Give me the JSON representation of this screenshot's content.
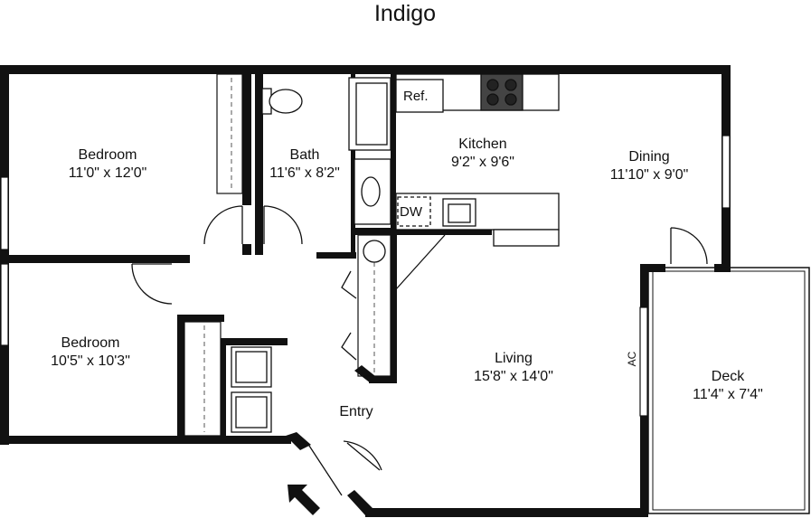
{
  "title": "Indigo",
  "rooms": {
    "bedroom1": {
      "name": "Bedroom",
      "size": "11'0\" x 12'0\""
    },
    "bath": {
      "name": "Bath",
      "size": "11'6\" x 8'2\""
    },
    "kitchen": {
      "name": "Kitchen",
      "size": "9'2\" x 9'6\""
    },
    "dining": {
      "name": "Dining",
      "size": "11'10\" x 9'0\""
    },
    "bedroom2": {
      "name": "Bedroom",
      "size": "10'5\" x 10'3\""
    },
    "living": {
      "name": "Living",
      "size": "15'8\" x 14'0\""
    },
    "entry": {
      "name": "Entry"
    },
    "deck": {
      "name": "Deck",
      "size": "11'4\" x 7'4\""
    }
  },
  "fixtures": {
    "ref": "Ref.",
    "dw": "DW",
    "ac": "AC"
  }
}
